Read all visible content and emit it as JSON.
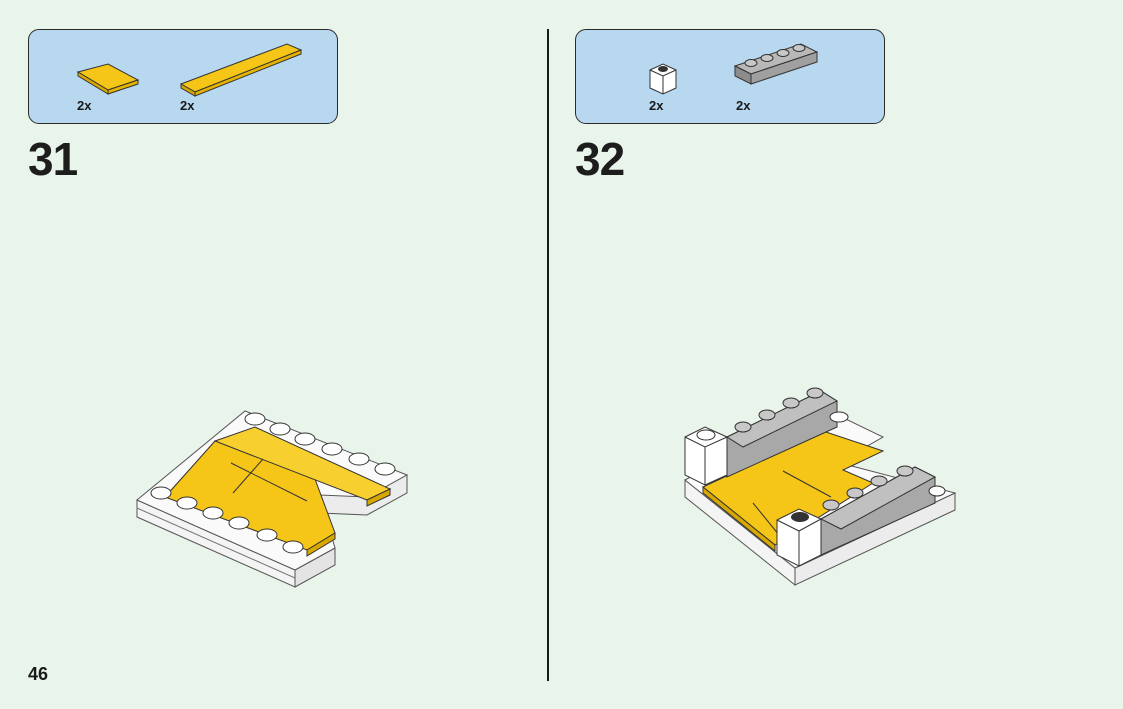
{
  "page": {
    "number": "46"
  },
  "steps": [
    {
      "number": "31",
      "parts": [
        {
          "name": "yellow-tile-2x2",
          "quantity": "2x",
          "color": "#f5c518"
        },
        {
          "name": "yellow-tile-1x6",
          "quantity": "2x",
          "color": "#f5c518"
        }
      ]
    },
    {
      "number": "32",
      "parts": [
        {
          "name": "white-brick-1x1",
          "quantity": "2x",
          "color": "#ffffff"
        },
        {
          "name": "gray-plate-1x4",
          "quantity": "2x",
          "color": "#a8a8a8"
        }
      ]
    }
  ],
  "colors": {
    "background": "#e9f4ea",
    "parts_box": "#b8d8f0",
    "yellow": "#f5c518",
    "gray": "#a8a8a8"
  }
}
